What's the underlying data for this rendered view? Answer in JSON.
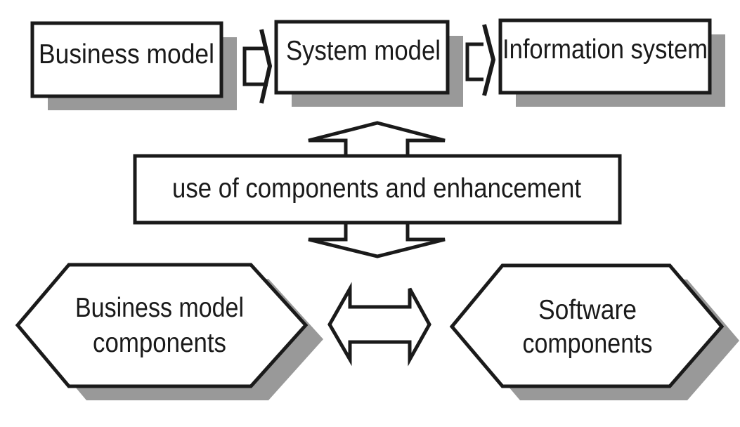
{
  "colors": {
    "background": "#ffffff",
    "shape_fill": "#ffffff",
    "stroke": "#1a1a1a",
    "shadow": "#999999",
    "text": "#1a1a1a"
  },
  "top_row": {
    "boxes": [
      {
        "label": "Business model"
      },
      {
        "label": "System model"
      },
      {
        "label": "Information system"
      }
    ],
    "connector_icon": "right-block-arrow"
  },
  "middle": {
    "banner_label": "use of components and enhancement",
    "arrow_icon": "double-headed-vertical-arrow"
  },
  "bottom_row": {
    "hexagons": [
      {
        "line1": "Business model",
        "line2": "components"
      },
      {
        "line1": "Software",
        "line2": "components"
      }
    ],
    "arrow_icon": "double-headed-horizontal-arrow"
  }
}
